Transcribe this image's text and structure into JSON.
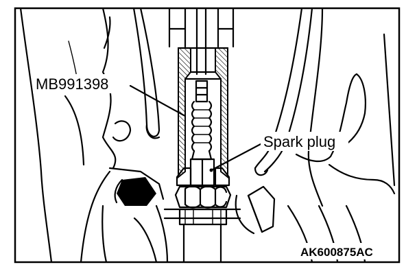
{
  "labels": {
    "tool": "MB991398",
    "spark_plug": "Spark plug",
    "figure_id": "AK600875AC"
  }
}
